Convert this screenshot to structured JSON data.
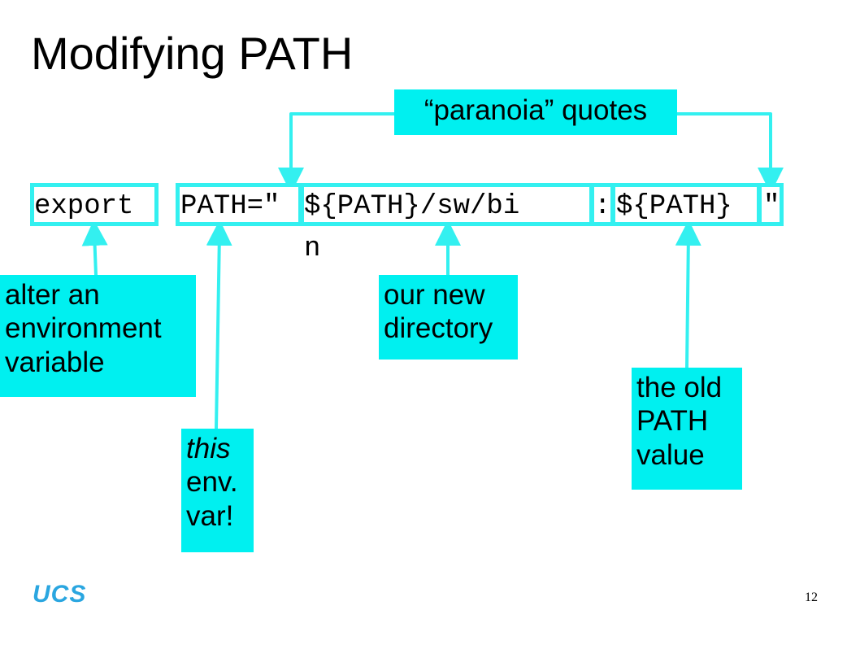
{
  "slide": {
    "title": "Modifying PATH",
    "page_number": "12",
    "logo_text": "UCS"
  },
  "command": {
    "export": "export",
    "path_assign": "PATH=\"",
    "new_dir_line1": "${PATH}/sw/bi",
    "new_dir_line2": "n",
    "colon": ":",
    "old_path": "${PATH}",
    "close_quote": "\""
  },
  "callouts": {
    "paranoia": "“paranoia” quotes",
    "alter": [
      "alter an",
      "environment",
      "variable"
    ],
    "this_var": [
      "this",
      "env.",
      "var!"
    ],
    "new_dir": [
      "our new",
      "directory"
    ],
    "old_path": [
      "the old",
      "PATH",
      "value"
    ]
  },
  "colors": {
    "accent": "#00f0f0",
    "box_border": "#33f0f0",
    "logo": "#2aa6e0"
  }
}
